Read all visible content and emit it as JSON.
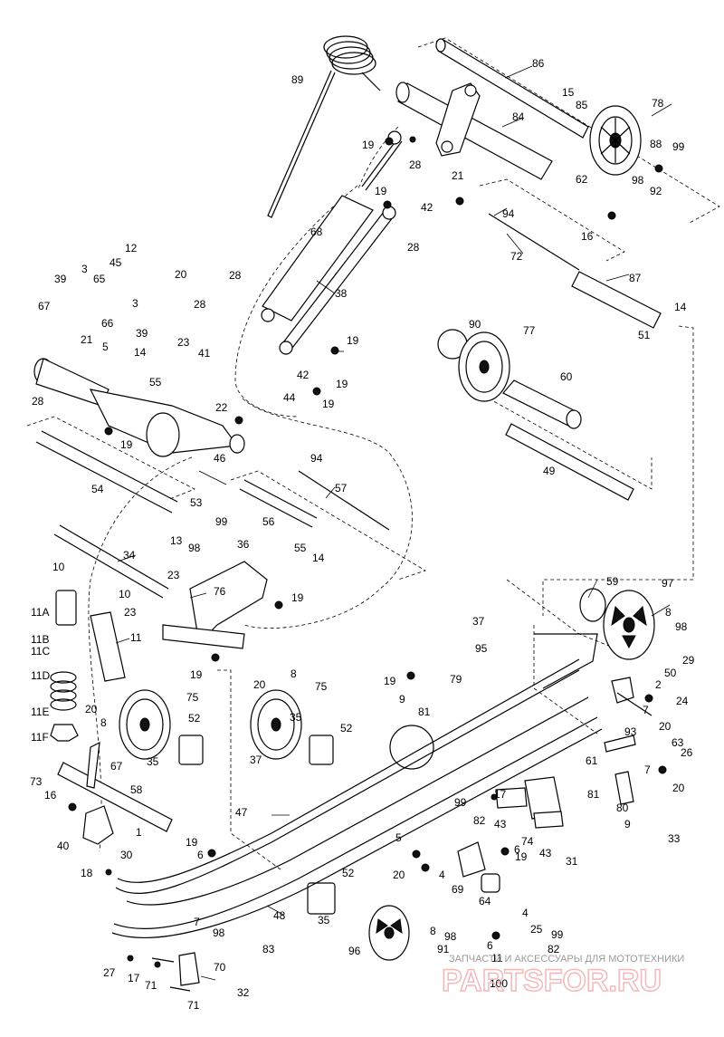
{
  "callouts": [
    {
      "id": "89",
      "label": "89"
    },
    {
      "id": "86",
      "label": "86"
    },
    {
      "id": "15",
      "label": "15"
    },
    {
      "id": "85",
      "label": "85"
    },
    {
      "id": "78",
      "label": "78"
    },
    {
      "id": "84",
      "label": "84"
    },
    {
      "id": "88",
      "label": "88"
    },
    {
      "id": "99a",
      "label": "99"
    },
    {
      "id": "98a",
      "label": "98"
    },
    {
      "id": "92",
      "label": "92"
    },
    {
      "id": "19a",
      "label": "19"
    },
    {
      "id": "28a",
      "label": "28"
    },
    {
      "id": "21a",
      "label": "21"
    },
    {
      "id": "62",
      "label": "62"
    },
    {
      "id": "94a",
      "label": "94"
    },
    {
      "id": "16a",
      "label": "16"
    },
    {
      "id": "19b",
      "label": "19"
    },
    {
      "id": "42a",
      "label": "42"
    },
    {
      "id": "28b",
      "label": "28"
    },
    {
      "id": "68",
      "label": "68"
    },
    {
      "id": "72",
      "label": "72"
    },
    {
      "id": "87",
      "label": "87"
    },
    {
      "id": "12",
      "label": "12"
    },
    {
      "id": "45",
      "label": "45"
    },
    {
      "id": "20a",
      "label": "20"
    },
    {
      "id": "28c",
      "label": "28"
    },
    {
      "id": "38",
      "label": "38"
    },
    {
      "id": "14a",
      "label": "14"
    },
    {
      "id": "39a",
      "label": "39"
    },
    {
      "id": "3a",
      "label": "3"
    },
    {
      "id": "65",
      "label": "65"
    },
    {
      "id": "28d",
      "label": "28"
    },
    {
      "id": "67a",
      "label": "67"
    },
    {
      "id": "3b",
      "label": "3"
    },
    {
      "id": "66",
      "label": "66"
    },
    {
      "id": "39b",
      "label": "39"
    },
    {
      "id": "90",
      "label": "90"
    },
    {
      "id": "77",
      "label": "77"
    },
    {
      "id": "51",
      "label": "51"
    },
    {
      "id": "23a",
      "label": "23"
    },
    {
      "id": "19c",
      "label": "19"
    },
    {
      "id": "21b",
      "label": "21"
    },
    {
      "id": "5a",
      "label": "5"
    },
    {
      "id": "41",
      "label": "41"
    },
    {
      "id": "14b",
      "label": "14"
    },
    {
      "id": "42b",
      "label": "42"
    },
    {
      "id": "19d",
      "label": "19"
    },
    {
      "id": "55a",
      "label": "55"
    },
    {
      "id": "60",
      "label": "60"
    },
    {
      "id": "44",
      "label": "44"
    },
    {
      "id": "19e",
      "label": "19"
    },
    {
      "id": "28e",
      "label": "28"
    },
    {
      "id": "22",
      "label": "22"
    },
    {
      "id": "19f",
      "label": "19"
    },
    {
      "id": "46",
      "label": "46"
    },
    {
      "id": "49",
      "label": "49"
    },
    {
      "id": "94b",
      "label": "94"
    },
    {
      "id": "57",
      "label": "57"
    },
    {
      "id": "54",
      "label": "54"
    },
    {
      "id": "53",
      "label": "53"
    },
    {
      "id": "56",
      "label": "56"
    },
    {
      "id": "13",
      "label": "13"
    },
    {
      "id": "99b",
      "label": "99"
    },
    {
      "id": "98b",
      "label": "98"
    },
    {
      "id": "36",
      "label": "36"
    },
    {
      "id": "55b",
      "label": "55"
    },
    {
      "id": "14c",
      "label": "14"
    },
    {
      "id": "34",
      "label": "34"
    },
    {
      "id": "10a",
      "label": "10"
    },
    {
      "id": "23b",
      "label": "23"
    },
    {
      "id": "10b",
      "label": "10"
    },
    {
      "id": "76",
      "label": "76"
    },
    {
      "id": "19g",
      "label": "19"
    },
    {
      "id": "59",
      "label": "59"
    },
    {
      "id": "97",
      "label": "97"
    },
    {
      "id": "11A",
      "label": "11A"
    },
    {
      "id": "23c",
      "label": "23"
    },
    {
      "id": "37a",
      "label": "37"
    },
    {
      "id": "8a",
      "label": "8"
    },
    {
      "id": "98c",
      "label": "98"
    },
    {
      "id": "11B",
      "label": "11B"
    },
    {
      "id": "11",
      "label": "11"
    },
    {
      "id": "95",
      "label": "95"
    },
    {
      "id": "11C",
      "label": "11C"
    },
    {
      "id": "29",
      "label": "29"
    },
    {
      "id": "19h",
      "label": "19"
    },
    {
      "id": "50",
      "label": "50"
    },
    {
      "id": "11D",
      "label": "11D"
    },
    {
      "id": "20b",
      "label": "20"
    },
    {
      "id": "8b",
      "label": "8"
    },
    {
      "id": "75a",
      "label": "75"
    },
    {
      "id": "19i",
      "label": "19"
    },
    {
      "id": "79",
      "label": "79"
    },
    {
      "id": "2",
      "label": "2"
    },
    {
      "id": "75b",
      "label": "75"
    },
    {
      "id": "24",
      "label": "24"
    },
    {
      "id": "9a",
      "label": "9"
    },
    {
      "id": "20c",
      "label": "20"
    },
    {
      "id": "8c",
      "label": "8"
    },
    {
      "id": "11E",
      "label": "11E"
    },
    {
      "id": "81a",
      "label": "81"
    },
    {
      "id": "7a",
      "label": "7"
    },
    {
      "id": "11F",
      "label": "11F"
    },
    {
      "id": "35a",
      "label": "35"
    },
    {
      "id": "52a",
      "label": "52"
    },
    {
      "id": "35b",
      "label": "35"
    },
    {
      "id": "52b",
      "label": "52"
    },
    {
      "id": "93",
      "label": "93"
    },
    {
      "id": "20d",
      "label": "20"
    },
    {
      "id": "63",
      "label": "63"
    },
    {
      "id": "37b",
      "label": "37"
    },
    {
      "id": "26",
      "label": "26"
    },
    {
      "id": "61",
      "label": "61"
    },
    {
      "id": "7b",
      "label": "7"
    },
    {
      "id": "73",
      "label": "73"
    },
    {
      "id": "67b",
      "label": "67"
    },
    {
      "id": "20e",
      "label": "20"
    },
    {
      "id": "58",
      "label": "58"
    },
    {
      "id": "17a",
      "label": "17"
    },
    {
      "id": "16b",
      "label": "16"
    },
    {
      "id": "81b",
      "label": "81"
    },
    {
      "id": "99c",
      "label": "99"
    },
    {
      "id": "47",
      "label": "47"
    },
    {
      "id": "1",
      "label": "1"
    },
    {
      "id": "82a",
      "label": "82"
    },
    {
      "id": "43a",
      "label": "43"
    },
    {
      "id": "80",
      "label": "80"
    },
    {
      "id": "40",
      "label": "40"
    },
    {
      "id": "9b",
      "label": "9"
    },
    {
      "id": "30",
      "label": "30"
    },
    {
      "id": "74",
      "label": "74"
    },
    {
      "id": "43b",
      "label": "43"
    },
    {
      "id": "33",
      "label": "33"
    },
    {
      "id": "19j",
      "label": "19"
    },
    {
      "id": "6a",
      "label": "6"
    },
    {
      "id": "5b",
      "label": "5"
    },
    {
      "id": "31",
      "label": "31"
    },
    {
      "id": "6b",
      "label": "6"
    },
    {
      "id": "18",
      "label": "18"
    },
    {
      "id": "20f",
      "label": "20"
    },
    {
      "id": "19k",
      "label": "19"
    },
    {
      "id": "52c",
      "label": "52"
    },
    {
      "id": "4a",
      "label": "4"
    },
    {
      "id": "69",
      "label": "69"
    },
    {
      "id": "64",
      "label": "64"
    },
    {
      "id": "4b",
      "label": "4"
    },
    {
      "id": "48",
      "label": "48"
    },
    {
      "id": "25",
      "label": "25"
    },
    {
      "id": "35c",
      "label": "35"
    },
    {
      "id": "7c",
      "label": "7"
    },
    {
      "id": "98d",
      "label": "98"
    },
    {
      "id": "8d",
      "label": "8"
    },
    {
      "id": "98e",
      "label": "98"
    },
    {
      "id": "99d",
      "label": "99"
    },
    {
      "id": "83",
      "label": "83"
    },
    {
      "id": "96",
      "label": "96"
    },
    {
      "id": "91",
      "label": "91"
    },
    {
      "id": "6c",
      "label": "6"
    },
    {
      "id": "11b",
      "label": "11"
    },
    {
      "id": "82b",
      "label": "82"
    },
    {
      "id": "27",
      "label": "27"
    },
    {
      "id": "17b",
      "label": "17"
    },
    {
      "id": "70",
      "label": "70"
    },
    {
      "id": "71a",
      "label": "71"
    },
    {
      "id": "100",
      "label": "100"
    },
    {
      "id": "71b",
      "label": "71"
    },
    {
      "id": "32",
      "label": "32"
    }
  ],
  "watermark": {
    "caption": "ЗАПЧАСТИ И АКСЕССУАРЫ ДЛЯ МОТОТЕХНИКИ",
    "logo": "PARTSFOR.RU"
  }
}
